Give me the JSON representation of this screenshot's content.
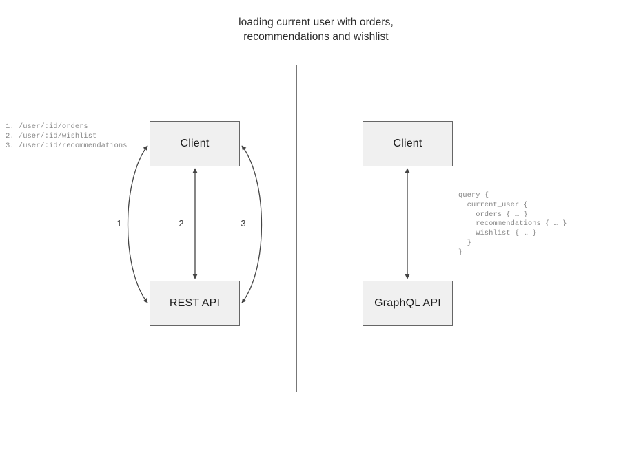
{
  "title": {
    "line1": "loading current user with orders,",
    "line2": "recommendations and wishlist"
  },
  "rest_panel": {
    "client_label": "Client",
    "api_label": "REST API",
    "endpoints": "1. /user/:id/orders\n2. /user/:id/wishlist\n3. /user/:id/recommendations",
    "edge_labels": {
      "one": "1",
      "two": "2",
      "three": "3"
    }
  },
  "graphql_panel": {
    "client_label": "Client",
    "api_label": "GraphQL API",
    "query": "query {\n  current_user {\n    orders { … }\n    recommendations { … }\n    wishlist { … }\n  }\n}"
  },
  "colors": {
    "box_fill": "#f0f0f0",
    "box_border": "#666666",
    "edge_stroke": "#444444",
    "divider": "#777777",
    "code_text": "#8a8a8a",
    "title_text": "#2b2b2b"
  }
}
